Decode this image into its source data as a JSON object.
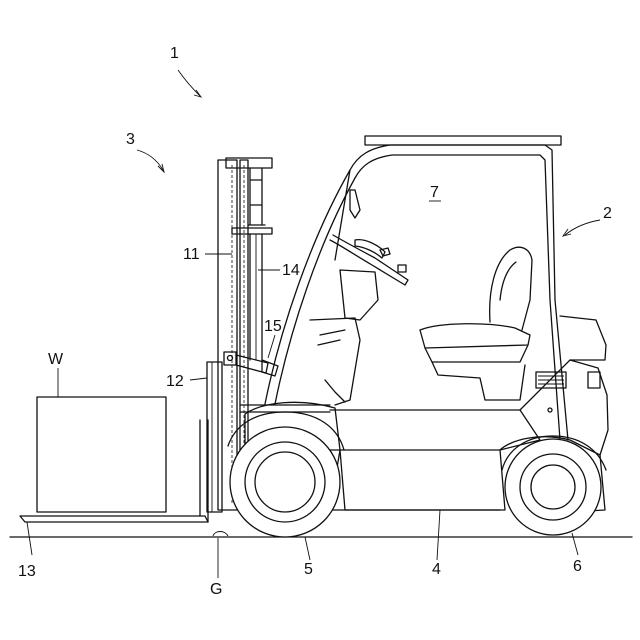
{
  "labels": {
    "l1": "1",
    "l2": "2",
    "l3": "3",
    "l4": "4",
    "l5": "5",
    "l6": "6",
    "l7": "7",
    "l11": "11",
    "l12": "12",
    "l13": "13",
    "l14": "14",
    "l15": "15",
    "lW": "W",
    "lG": "G"
  }
}
